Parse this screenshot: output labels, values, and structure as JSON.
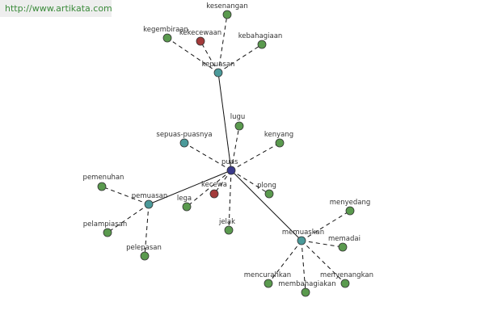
{
  "banner": {
    "text": "http://www.artikata.com"
  },
  "colors": {
    "green": "#5a9a4e",
    "teal": "#4b9a9a",
    "red": "#a33a3a",
    "navy": "#3a3a8a"
  },
  "graph": {
    "nodes": [
      {
        "id": "puas",
        "label": "puas",
        "color": "navy"
      },
      {
        "id": "kepuasan",
        "label": "kepuasan",
        "color": "teal"
      },
      {
        "id": "kesenangan",
        "label": "kesenangan",
        "color": "green"
      },
      {
        "id": "kegembiraan",
        "label": "kegembiraan",
        "color": "green"
      },
      {
        "id": "kekecewaan",
        "label": "kekecewaan",
        "color": "red"
      },
      {
        "id": "kebahagiaan",
        "label": "kebahagiaan",
        "color": "green"
      },
      {
        "id": "lugu",
        "label": "lugu",
        "color": "green"
      },
      {
        "id": "kenyang",
        "label": "kenyang",
        "color": "green"
      },
      {
        "id": "sepuas-puasnya",
        "label": "sepuas-puasnya",
        "color": "teal"
      },
      {
        "id": "pemenuhan",
        "label": "pemenuhan",
        "color": "green"
      },
      {
        "id": "pemuasan",
        "label": "pemuasan",
        "color": "teal"
      },
      {
        "id": "lega",
        "label": "lega",
        "color": "green"
      },
      {
        "id": "kecewa",
        "label": "kecewa",
        "color": "red"
      },
      {
        "id": "plong",
        "label": "plong",
        "color": "green"
      },
      {
        "id": "jelak",
        "label": "jelak",
        "color": "green"
      },
      {
        "id": "pelampiasan",
        "label": "pelampiasan",
        "color": "green"
      },
      {
        "id": "pelepasan",
        "label": "pelepasan",
        "color": "green"
      },
      {
        "id": "memuaskan",
        "label": "memuaskan",
        "color": "teal"
      },
      {
        "id": "menyedang",
        "label": "menyedang",
        "color": "green"
      },
      {
        "id": "memadai",
        "label": "memadai",
        "color": "green"
      },
      {
        "id": "mencurahkan",
        "label": "mencurahkan",
        "color": "green"
      },
      {
        "id": "membahagiakan",
        "label": "membahagiakan",
        "color": "green"
      },
      {
        "id": "menyenangkan",
        "label": "menyenangkan",
        "color": "green"
      }
    ],
    "edges": [
      {
        "from": "puas",
        "to": "kepuasan",
        "style": "solid"
      },
      {
        "from": "puas",
        "to": "pemuasan",
        "style": "solid"
      },
      {
        "from": "puas",
        "to": "memuaskan",
        "style": "solid"
      },
      {
        "from": "puas",
        "to": "sepuas-puasnya",
        "style": "dashed"
      },
      {
        "from": "puas",
        "to": "lugu",
        "style": "dashed"
      },
      {
        "from": "puas",
        "to": "kenyang",
        "style": "dashed"
      },
      {
        "from": "puas",
        "to": "plong",
        "style": "dashed"
      },
      {
        "from": "puas",
        "to": "jelak",
        "style": "dashed"
      },
      {
        "from": "puas",
        "to": "kecewa",
        "style": "dashed"
      },
      {
        "from": "puas",
        "to": "lega",
        "style": "dashed"
      },
      {
        "from": "kepuasan",
        "to": "kesenangan",
        "style": "dashed"
      },
      {
        "from": "kepuasan",
        "to": "kegembiraan",
        "style": "dashed"
      },
      {
        "from": "kepuasan",
        "to": "kekecewaan",
        "style": "dashed"
      },
      {
        "from": "kepuasan",
        "to": "kebahagiaan",
        "style": "dashed"
      },
      {
        "from": "pemuasan",
        "to": "pemenuhan",
        "style": "dashed"
      },
      {
        "from": "pemuasan",
        "to": "pelampiasan",
        "style": "dashed"
      },
      {
        "from": "pemuasan",
        "to": "pelepasan",
        "style": "dashed"
      },
      {
        "from": "memuaskan",
        "to": "menyedang",
        "style": "dashed"
      },
      {
        "from": "memuaskan",
        "to": "memadai",
        "style": "dashed"
      },
      {
        "from": "memuaskan",
        "to": "mencurahkan",
        "style": "dashed"
      },
      {
        "from": "memuaskan",
        "to": "membahagiakan",
        "style": "dashed"
      },
      {
        "from": "memuaskan",
        "to": "menyenangkan",
        "style": "dashed"
      }
    ]
  }
}
